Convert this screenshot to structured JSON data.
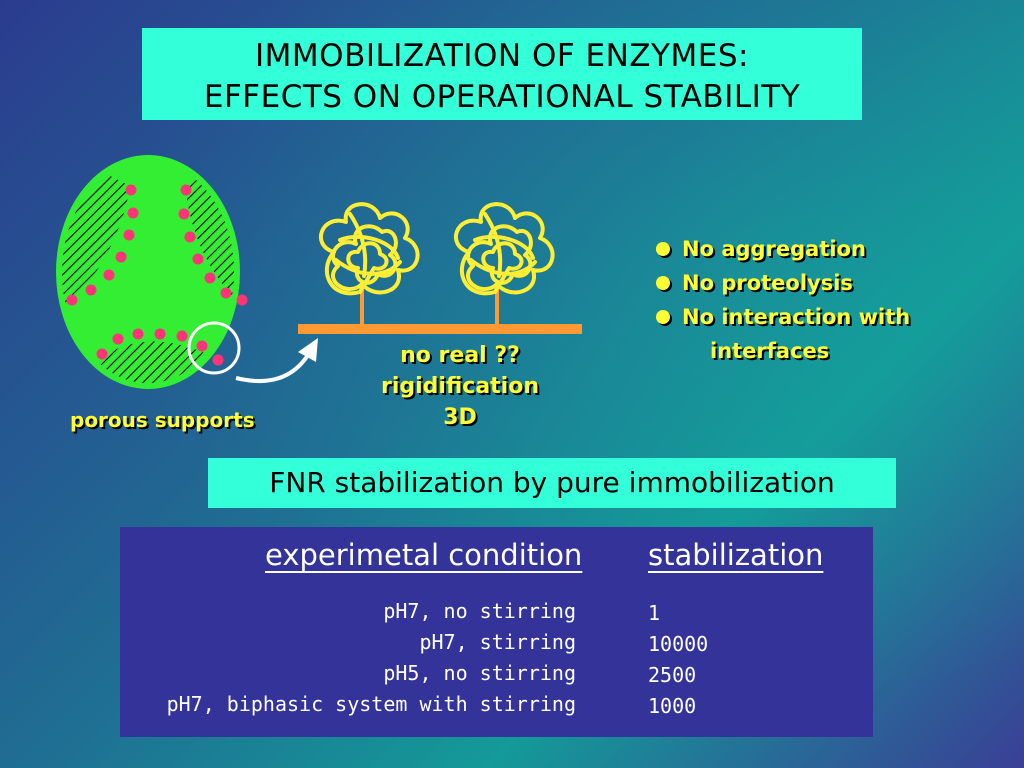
{
  "title": {
    "line1": "IMMOBILIZATION OF ENZYMES:",
    "line2": "EFFECTS ON OPERATIONAL STABILITY"
  },
  "diagram": {
    "porous_label": "porous supports",
    "rigid_line1": "no  real ??",
    "rigid_line2": "rigidification",
    "rigid_line3": "3D"
  },
  "bullets": {
    "item1": "No aggregation",
    "item2": "No proteolysis",
    "item3": "No interaction with",
    "item3_cont": "interfaces"
  },
  "fnr_title": "FNR stabilization by pure immobilization",
  "table": {
    "col_condition": "experimetal condition",
    "col_stabilization": "stabilization",
    "rows": [
      {
        "condition": "pH7, no stirring",
        "value": "1"
      },
      {
        "condition": "pH7, stirring",
        "value": "10000"
      },
      {
        "condition": "pH5, no stirring",
        "value": "2500"
      },
      {
        "condition": "pH7, biphasic system with stirring",
        "value": "1000"
      }
    ]
  },
  "colors": {
    "accent_box": "#33ffd8",
    "label_yellow": "#ffff33",
    "support_green": "#33ee33",
    "enzyme_dot": "#ff3377",
    "bar_orange": "#ff9933",
    "panel_blue": "#333399"
  }
}
